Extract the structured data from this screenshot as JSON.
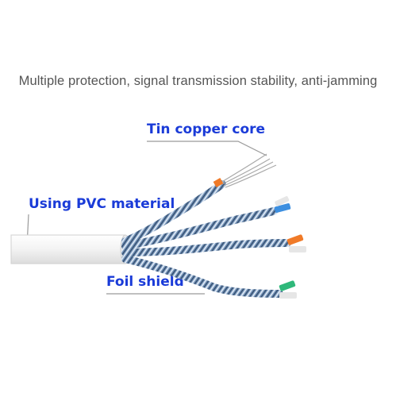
{
  "headline": "Multiple protection, signal transmission stability, anti-jamming",
  "callouts": {
    "tin_copper_core": "Tin copper core",
    "pvc_material": "Using PVC material",
    "foil_shield": "Foil shield"
  },
  "colors": {
    "callout_text": "#1a3bd8",
    "headline_text": "#555555",
    "jacket": "#f2f2f2",
    "foil": "#6f8fb5",
    "conductor_orange": "#f07a28",
    "conductor_blue": "#3d8fe0",
    "conductor_green": "#2fb87a",
    "copper_strands": "#a9a9a9"
  }
}
